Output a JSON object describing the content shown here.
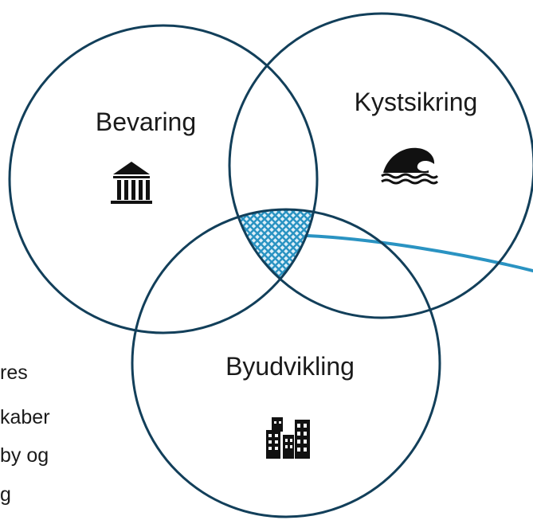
{
  "diagram": {
    "type": "venn",
    "colors": {
      "circle_stroke": "#123f5a",
      "connector": "#2a93c2",
      "hatch": "#2a93c2",
      "icon": "#111111"
    },
    "circles": [
      {
        "label": "Bevaring",
        "icon": "museum-icon"
      },
      {
        "label": "Kystsikring",
        "icon": "wave-icon"
      },
      {
        "label": "Byudvikling",
        "icon": "city-buildings-icon"
      }
    ]
  },
  "side_text": {
    "line_1": "res",
    "line_2": "kaber",
    "line_3": "by og",
    "line_4": "g"
  }
}
